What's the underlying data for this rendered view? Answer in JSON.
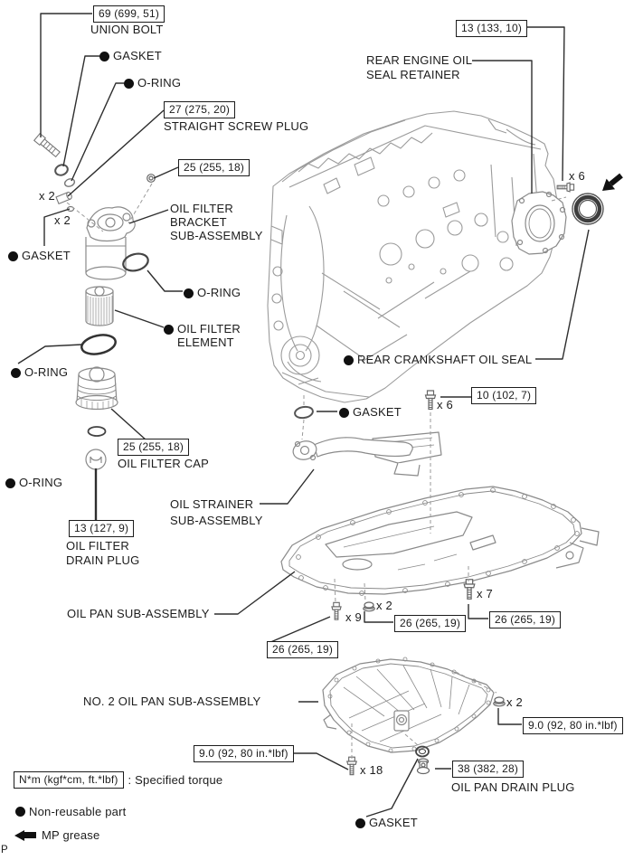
{
  "page": {
    "marker": "P"
  },
  "filter_group": {
    "union_bolt": {
      "torque": "69 (699, 51)",
      "label": "UNION BOLT"
    },
    "gasket_top": {
      "label": "GASKET"
    },
    "oring_a": {
      "label": "O-RING"
    },
    "screw_plug": {
      "torque": "27 (275, 20)",
      "label": "STRAIGHT SCREW PLUG"
    },
    "bracket_bolt": {
      "torque": "25 (255, 18)"
    },
    "x2_plug": "x 2",
    "x2_oring": "x 2",
    "bracket": {
      "line1": "OIL FILTER",
      "line2": "BRACKET",
      "line3": "SUB-ASSEMBLY"
    },
    "gasket_left": {
      "label": "GASKET"
    },
    "oring_b": {
      "label": "O-RING"
    },
    "element": {
      "line1": "OIL FILTER",
      "line2": "ELEMENT"
    },
    "oring_c": {
      "label": "O-RING"
    },
    "cap": {
      "torque": "25 (255, 18)",
      "label": "OIL FILTER CAP"
    },
    "oring_d": {
      "label": "O-RING"
    },
    "drain_plug": {
      "torque": "13 (127, 9)",
      "line1": "OIL FILTER",
      "line2": "DRAIN PLUG"
    }
  },
  "engine_group": {
    "retainer": {
      "torque": "13 (133, 10)",
      "line1": "REAR ENGINE OIL",
      "line2": "SEAL RETAINER",
      "count": "x 6"
    },
    "crank_seal": {
      "label": "REAR CRANKSHAFT OIL SEAL"
    }
  },
  "pan_group": {
    "strainer_gasket": {
      "label": "GASKET"
    },
    "strainer_bolt": {
      "torque": "10 (102, 7)",
      "count": "x 6"
    },
    "strainer": {
      "line1": "OIL STRAINER",
      "line2": "SUB-ASSEMBLY"
    },
    "oil_pan": {
      "label": "OIL PAN SUB-ASSEMBLY"
    },
    "bolt_x9": {
      "count": "x 9",
      "torque": "26 (265, 19)"
    },
    "nut_x2": {
      "count": "x 2",
      "torque": "26 (265, 19)"
    },
    "bolt_x7": {
      "count": "x 7",
      "torque": "26 (265, 19)"
    },
    "no2_pan": {
      "label": "NO. 2 OIL PAN SUB-ASSEMBLY"
    },
    "nut_x2_rear": {
      "count": "x 2",
      "torque": "9.0 (92, 80 in.*lbf)"
    },
    "bolt_x18": {
      "count": "x 18",
      "torque": "9.0 (92, 80 in.*lbf)"
    },
    "drain_plug": {
      "torque": "38 (382, 28)",
      "label": "OIL PAN DRAIN PLUG"
    },
    "gasket": {
      "label": "GASKET"
    }
  },
  "legend": {
    "torque_sample": "N*m (kgf*cm, ft.*lbf)",
    "torque_desc": ": Specified torque",
    "non_reusable": "Non-reusable part",
    "mp_grease": "MP grease"
  }
}
